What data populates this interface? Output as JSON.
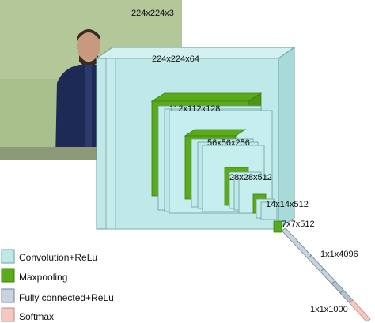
{
  "colors": {
    "conv": "#bfeaea",
    "conv_face": "#a9dcdc",
    "maxpool": "#5aab1a",
    "fc": "#b9c9d8",
    "softmax": "#f4c7c0",
    "stroke": "#5a8c8c",
    "photo_bg": "#a7be8a"
  },
  "labels": {
    "input": "224x224x3",
    "block1": "224x224x64",
    "block2": "112x112x128",
    "block3": "56x56x256",
    "block4": "28x28x512",
    "block5": "14x14x512",
    "pool5": "7x7x512",
    "fc": "1x1x4096",
    "softmax": "1x1x1000"
  },
  "legend": [
    {
      "label": "Convolution+ReLu",
      "color_key": "conv"
    },
    {
      "label": "Maxpooling",
      "color_key": "maxpool"
    },
    {
      "label": "Fully connected+ReLu",
      "color_key": "fc"
    },
    {
      "label": "Softmax",
      "color_key": "softmax"
    }
  ],
  "photo": {
    "subject": "person-photo"
  }
}
